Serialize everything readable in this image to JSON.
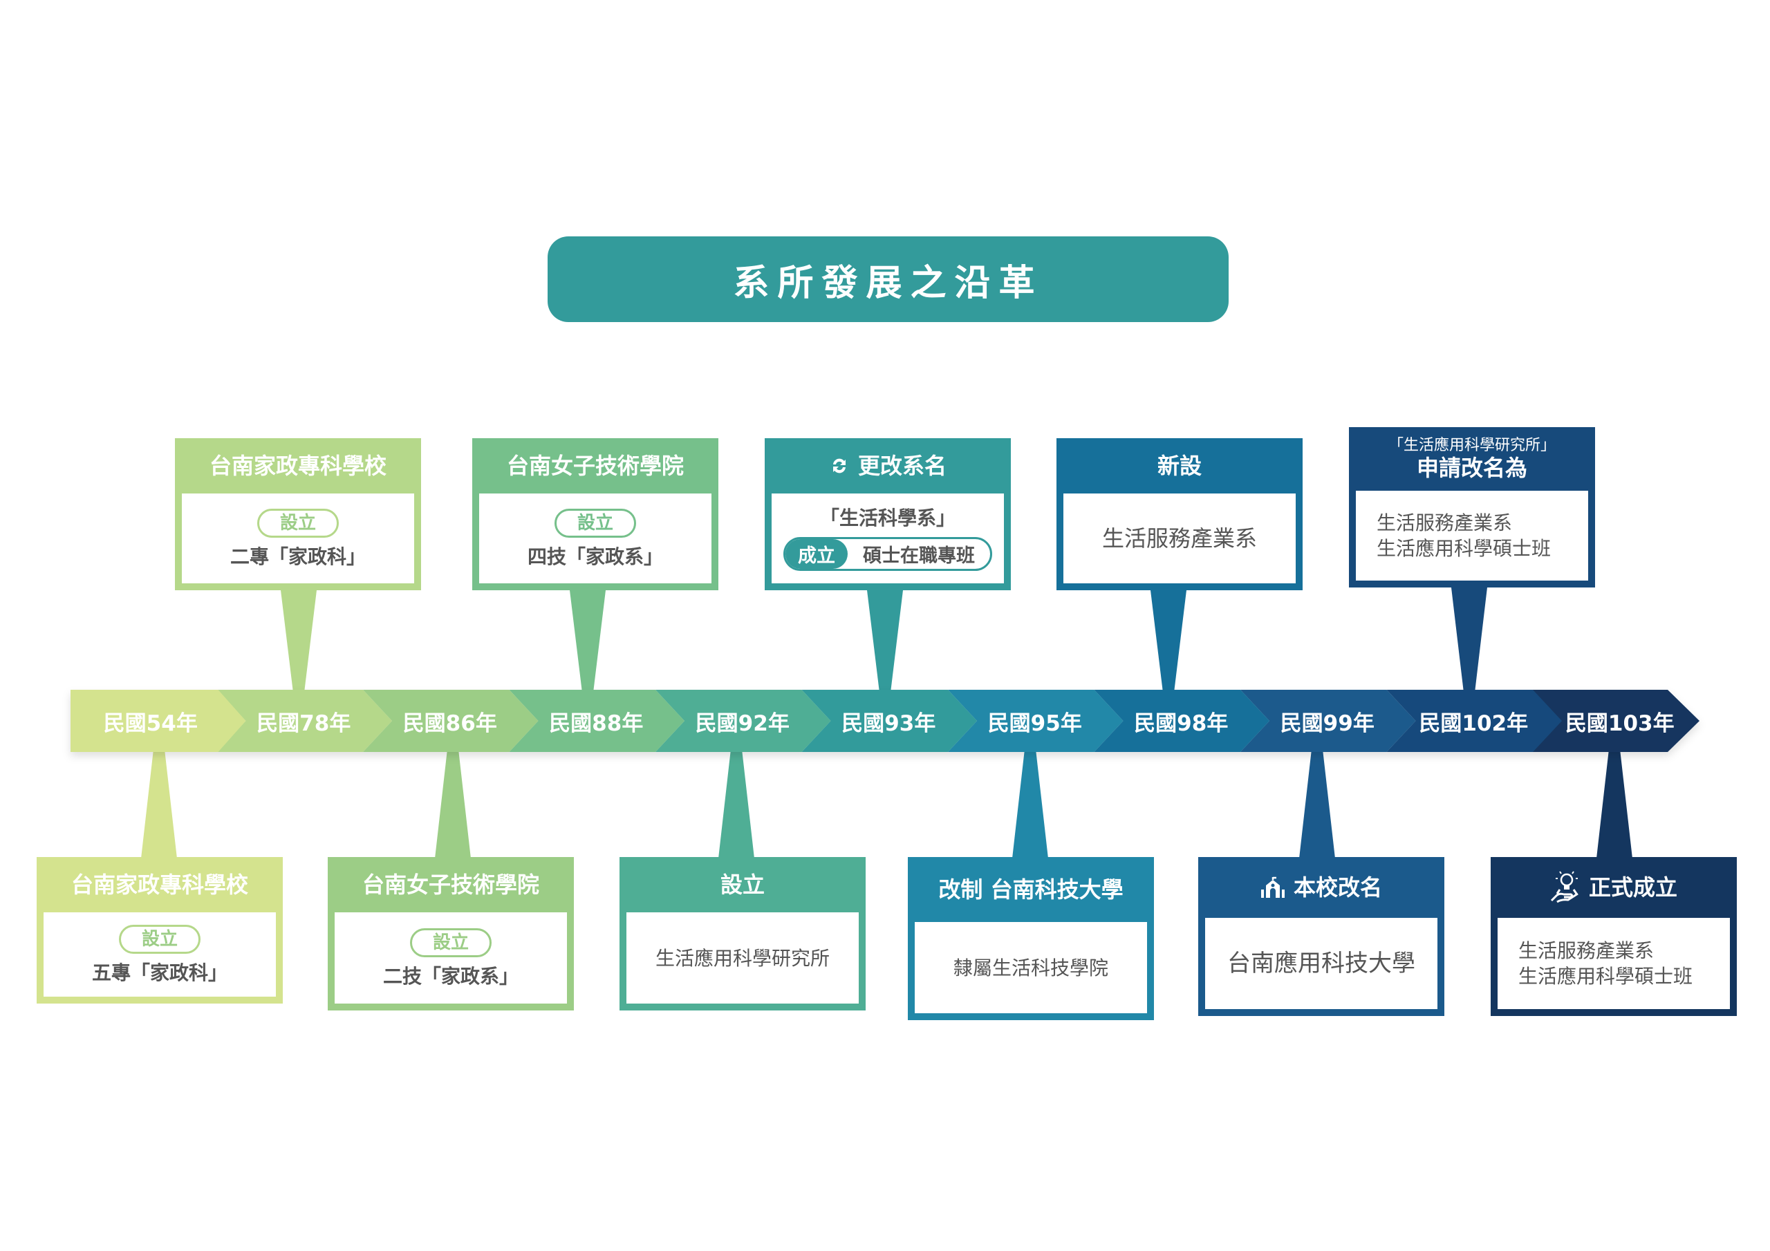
{
  "title": "系所發展之沿革",
  "colors": {
    "title_bar": "#339b9b",
    "segments": [
      "#d4e38e",
      "#b5d88a",
      "#9ccd86",
      "#76c08b",
      "#4fae95",
      "#339b9b",
      "#2188a8",
      "#16709a",
      "#1b5a8c",
      "#174a7b",
      "#14365f"
    ]
  },
  "timeline": [
    {
      "label": "民國54年"
    },
    {
      "label": "民國78年"
    },
    {
      "label": "民國86年"
    },
    {
      "label": "民國88年"
    },
    {
      "label": "民國92年"
    },
    {
      "label": "民國93年"
    },
    {
      "label": "民國95年"
    },
    {
      "label": "民國98年"
    },
    {
      "label": "民國99年"
    },
    {
      "label": "民國102年"
    },
    {
      "label": "民國103年"
    }
  ],
  "top_cards": [
    {
      "header": "台南家政專科學校",
      "pill": "設立",
      "text": "二專「家政科」"
    },
    {
      "header": "台南女子技術學院",
      "pill": "設立",
      "text": "四技「家政系」"
    },
    {
      "header": "更改系名",
      "icon": "refresh-icon",
      "text": "「生活科學系」",
      "badge_left": "成立",
      "badge_right": "碩士在職專班"
    },
    {
      "header": "新設",
      "text": "生活服務產業系"
    },
    {
      "header_sub": "「生活應用科學研究所」",
      "header": "申請改名為",
      "lines": [
        "生活服務產業系",
        "生活應用科學碩士班"
      ]
    }
  ],
  "bottom_cards": [
    {
      "header": "台南家政專科學校",
      "pill": "設立",
      "text": "五專「家政科」"
    },
    {
      "header": "台南女子技術學院",
      "pill": "設立",
      "text": "二技「家政系」"
    },
    {
      "header": "設立",
      "text": "生活應用科學研究所"
    },
    {
      "header": "改制  台南科技大學",
      "text": "隸屬生活科技學院"
    },
    {
      "header": "本校改名",
      "icon": "school-icon",
      "text": "台南應用科技大學"
    },
    {
      "header": "正式成立",
      "icon": "lightbulb-hand-icon",
      "lines": [
        "生活服務產業系",
        "生活應用科學碩士班"
      ]
    }
  ]
}
